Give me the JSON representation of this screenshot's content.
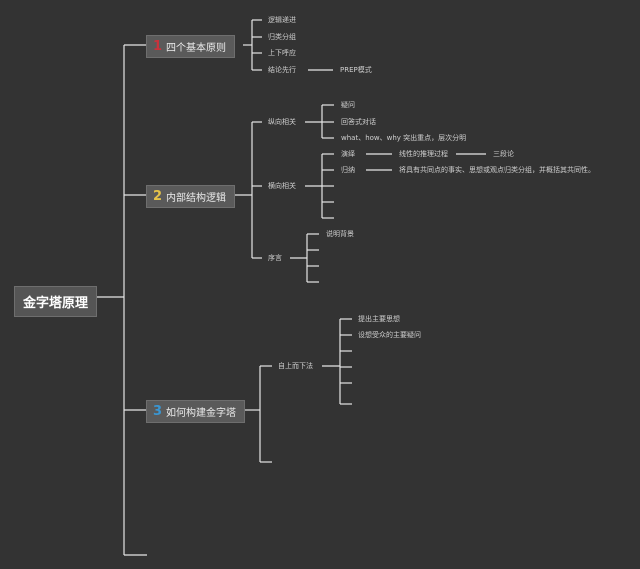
{
  "root": {
    "label": "金字塔原理"
  },
  "branches": [
    {
      "number": "1",
      "number_color": "#c8323c",
      "label": "四个基本原则",
      "items": [
        "逻辑递进",
        "归类分组",
        "上下呼应",
        "结论先行"
      ],
      "extra": "PREP模式"
    },
    {
      "number": "2",
      "number_color": "#e6c34a",
      "label": "内部结构逻辑",
      "vertical": {
        "label": "纵向相关",
        "items": [
          "疑问",
          "回答式对话",
          "what、how、why 突出重点，层次分明"
        ]
      },
      "horizontal": {
        "label": "横向相关",
        "deduction": {
          "label": "演绎",
          "detail": "线性的推理过程",
          "result": "三段论"
        },
        "induction": {
          "label": "归纳",
          "detail": "将具有共同点的事实、思想或观点归类分组，并概括其共同性。"
        }
      },
      "preface": {
        "label": "序言",
        "items": [
          "说明背景"
        ]
      }
    },
    {
      "number": "3",
      "number_color": "#3a96d2",
      "label": "如何构建金字塔",
      "approach": {
        "label": "自上而下法",
        "items": [
          "提出主要思想",
          "设想受众的主要疑问"
        ]
      }
    }
  ]
}
